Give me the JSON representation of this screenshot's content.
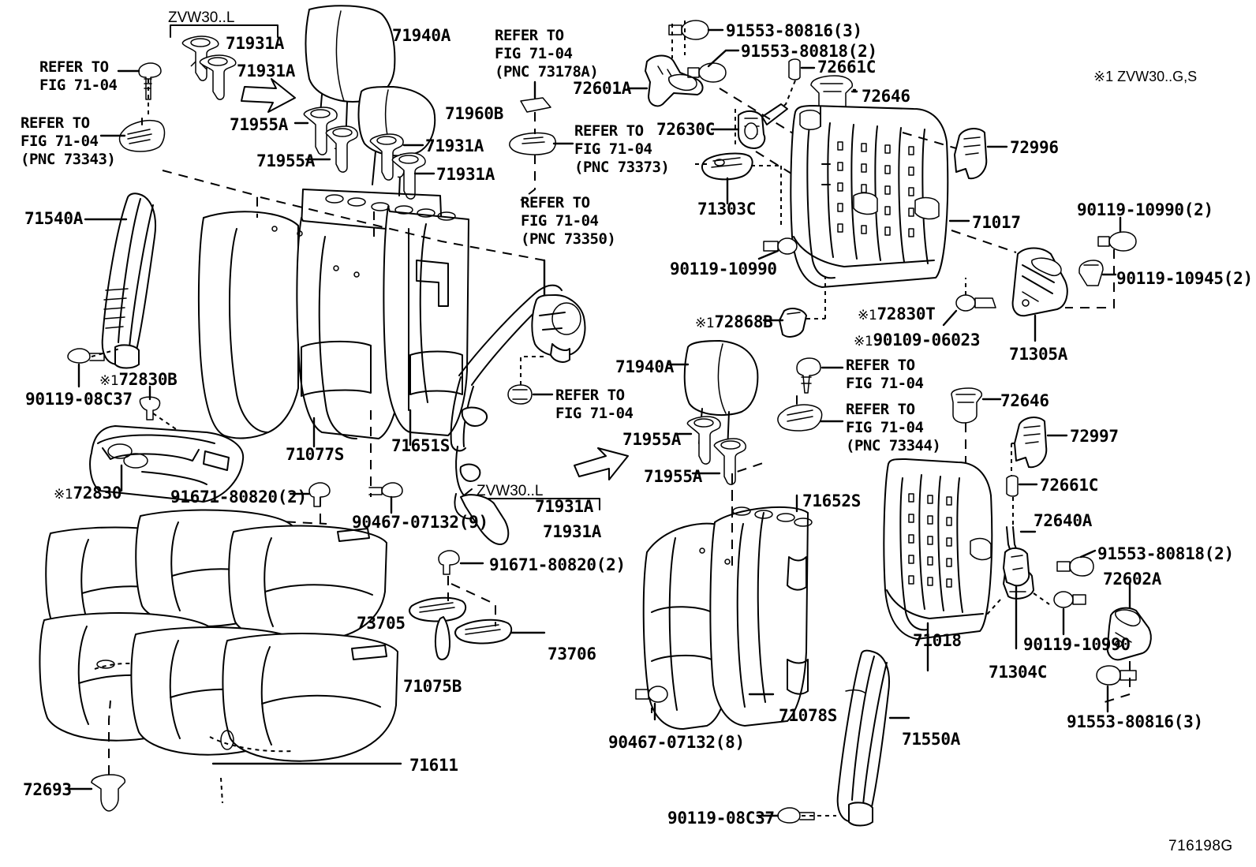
{
  "diagram": {
    "title": "Toyota rear seat assembly exploded parts diagram",
    "figure_id": "716198G",
    "notes": [
      {
        "id": "note_star1",
        "text": "※1 ZVW30..G,S"
      }
    ],
    "variant_brackets": [
      {
        "id": "bracket_top_left",
        "text": "ZVW30..L"
      },
      {
        "id": "bracket_mid_center",
        "text": "ZVW30..L"
      }
    ]
  },
  "refer_notes": [
    {
      "id": "refer_tl_1",
      "text": "REFER TO\nFIG 71-04"
    },
    {
      "id": "refer_tl_2",
      "text": "REFER TO\nFIG 71-04\n(PNC 73343)"
    },
    {
      "id": "refer_top_c",
      "text": "REFER TO\nFIG 71-04\n(PNC 73178A)"
    },
    {
      "id": "refer_top_c2",
      "text": "REFER TO\nFIG 71-04\n(PNC 73373)"
    },
    {
      "id": "refer_mid_c",
      "text": "REFER TO\nFIG 71-04\n(PNC 73350)"
    },
    {
      "id": "refer_mid_c2",
      "text": "REFER TO\nFIG 71-04"
    },
    {
      "id": "refer_mid_r",
      "text": "REFER TO\nFIG 71-04"
    },
    {
      "id": "refer_mid_r2",
      "text": "REFER TO\nFIG 71-04\n(PNC 73344)"
    }
  ],
  "part_labels": [
    {
      "id": "p_71931A_1",
      "text": "71931A"
    },
    {
      "id": "p_71931A_2",
      "text": "71931A"
    },
    {
      "id": "p_71940A_1",
      "text": "71940A"
    },
    {
      "id": "p_71960B",
      "text": "71960B"
    },
    {
      "id": "p_71955A_1",
      "text": "71955A"
    },
    {
      "id": "p_71955A_2",
      "text": "71955A"
    },
    {
      "id": "p_71931A_3",
      "text": "71931A"
    },
    {
      "id": "p_71931A_4",
      "text": "71931A"
    },
    {
      "id": "p_91553_80816_1",
      "text": "91553-80816(3)"
    },
    {
      "id": "p_91553_80818_1",
      "text": "91553-80818(2)"
    },
    {
      "id": "p_72661C_1",
      "text": "72661C"
    },
    {
      "id": "p_72646_1",
      "text": "72646"
    },
    {
      "id": "p_72601A",
      "text": "72601A"
    },
    {
      "id": "p_72630C",
      "text": "72630C"
    },
    {
      "id": "p_72996",
      "text": "72996"
    },
    {
      "id": "p_71303C",
      "text": "71303C"
    },
    {
      "id": "p_71017",
      "text": "71017"
    },
    {
      "id": "p_90119_10990_top",
      "text": "90119-10990(2)"
    },
    {
      "id": "p_90119_10945",
      "text": "90119-10945(2)"
    },
    {
      "id": "p_71540A",
      "text": "71540A"
    },
    {
      "id": "p_90119_10990_mid",
      "text": "90119-10990"
    },
    {
      "id": "p_72868B",
      "text": "72868B",
      "star": "※1"
    },
    {
      "id": "p_72830T",
      "text": "72830T",
      "star": "※1"
    },
    {
      "id": "p_90109_06023",
      "text": "90109-06023",
      "star": "※1"
    },
    {
      "id": "p_71305A",
      "text": "71305A"
    },
    {
      "id": "p_90119_08C37_1",
      "text": "90119-08C37"
    },
    {
      "id": "p_72830B",
      "text": "72830B",
      "star": "※1"
    },
    {
      "id": "p_71940A_2",
      "text": "71940A"
    },
    {
      "id": "p_72646_2",
      "text": "72646"
    },
    {
      "id": "p_72997",
      "text": "72997"
    },
    {
      "id": "p_71077S",
      "text": "71077S"
    },
    {
      "id": "p_71651S",
      "text": "71651S"
    },
    {
      "id": "p_71955A_3",
      "text": "71955A"
    },
    {
      "id": "p_71955A_4",
      "text": "71955A"
    },
    {
      "id": "p_72661C_2",
      "text": "72661C"
    },
    {
      "id": "p_72830",
      "text": "72830",
      "star": "※1"
    },
    {
      "id": "p_91671_80820_1",
      "text": "91671-80820(2)"
    },
    {
      "id": "p_90467_07132_9",
      "text": "90467-07132(9)"
    },
    {
      "id": "p_71931A_5",
      "text": "71931A"
    },
    {
      "id": "p_71931A_6",
      "text": "71931A"
    },
    {
      "id": "p_91671_80820_2",
      "text": "91671-80820(2)"
    },
    {
      "id": "p_71652S",
      "text": "71652S"
    },
    {
      "id": "p_72640A",
      "text": "72640A"
    },
    {
      "id": "p_91553_80818_2",
      "text": "91553-80818(2)"
    },
    {
      "id": "p_72602A",
      "text": "72602A"
    },
    {
      "id": "p_73705",
      "text": "73705"
    },
    {
      "id": "p_73706",
      "text": "73706"
    },
    {
      "id": "p_71018",
      "text": "71018"
    },
    {
      "id": "p_90119_10990_low",
      "text": "90119-10990"
    },
    {
      "id": "p_71304C",
      "text": "71304C"
    },
    {
      "id": "p_91553_80816_2",
      "text": "91553-80816(3)"
    },
    {
      "id": "p_71075B",
      "text": "71075B"
    },
    {
      "id": "p_71078S",
      "text": "71078S"
    },
    {
      "id": "p_71550A",
      "text": "71550A"
    },
    {
      "id": "p_71611",
      "text": "71611"
    },
    {
      "id": "p_72693",
      "text": "72693"
    },
    {
      "id": "p_90467_07132_8",
      "text": "90467-07132(8)"
    },
    {
      "id": "p_90119_08C37_2",
      "text": "90119-08C37"
    }
  ]
}
